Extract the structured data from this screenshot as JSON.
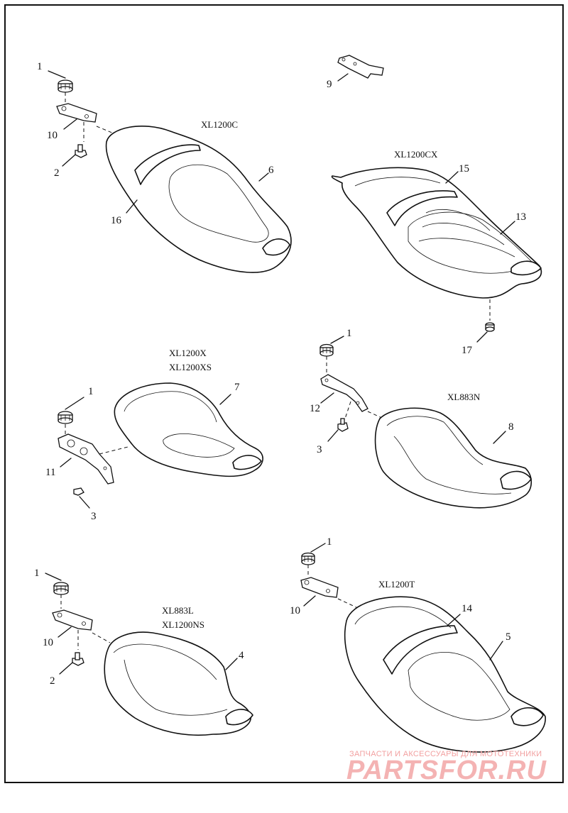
{
  "models": {
    "xl1200c": "XL1200C",
    "xl1200cx": "XL1200CX",
    "xl1200x": "XL1200X",
    "xl1200xs": "XL1200XS",
    "xl883n": "XL883N",
    "xl883l": "XL883L",
    "xl1200ns": "XL1200NS",
    "xl1200t": "XL1200T"
  },
  "callouts": {
    "p1a": "1",
    "p10a": "10",
    "p2a": "2",
    "p16": "16",
    "p6": "6",
    "p9": "9",
    "p15": "15",
    "p13": "13",
    "p17": "17",
    "p1b": "1",
    "p7": "7",
    "p11": "11",
    "p3a": "3",
    "p1c": "1",
    "p12": "12",
    "p3b": "3",
    "p8": "8",
    "p1d": "1",
    "p10b": "10",
    "p2b": "2",
    "p4": "4",
    "p1e": "1",
    "p10c": "10",
    "p14": "14",
    "p5": "5"
  },
  "watermark": {
    "tagline": "ЗАПЧАСТИ И АКСЕССУАРЫ ДЛЯ МОТОТЕХНИКИ",
    "brand": "PARTSFOR.RU"
  }
}
